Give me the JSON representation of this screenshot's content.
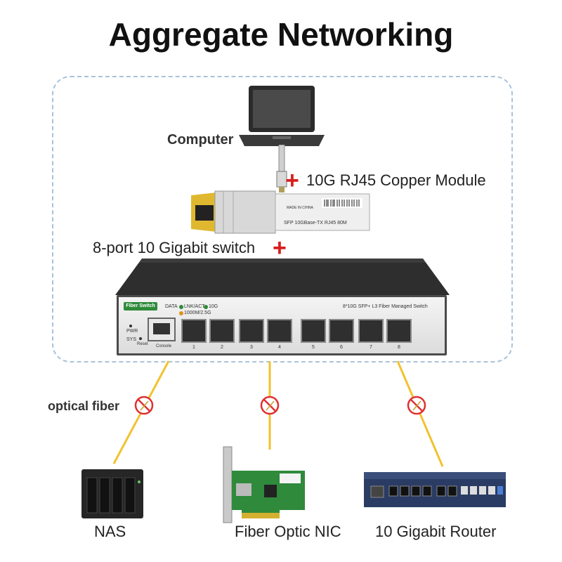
{
  "title": "Aggregate Networking",
  "labels": {
    "computer": "Computer",
    "copper_module": "10G RJ45 Copper Module",
    "switch_desc": "8-port 10 Gigabit switch",
    "optical_fiber": "optical fiber",
    "nas": "NAS",
    "nic": "Fiber Optic NIC",
    "router": "10 Gigabit Router"
  },
  "sfp_module": {
    "label_line1": "MADE IN CHINA",
    "label_line2": "SFP  10GBase-TX  RJ45  80M"
  },
  "switch_panel": {
    "brand": "Fiber Switch",
    "data": "DATA",
    "lnk": "LNK/ACT",
    "speed_10g": "10G",
    "speed_low": "1000M/2.5G",
    "model": "8*10G SFP+ L3 Fiber Managed Switch",
    "pwr": "PWR",
    "sys": "SYS",
    "reset": "Reset",
    "console": "Console",
    "port_numbers": [
      "1",
      "2",
      "3",
      "4",
      "5",
      "6",
      "7",
      "8"
    ]
  },
  "colors": {
    "accent_plus": "#d81e1e",
    "fiber": "#f2c230",
    "dashed_border": "#a9c3d9",
    "brand_green": "#2e8b3a"
  },
  "icons": [
    "laptop-icon",
    "nas-icon",
    "nic-card-icon",
    "router-icon",
    "no-signal-icon"
  ]
}
